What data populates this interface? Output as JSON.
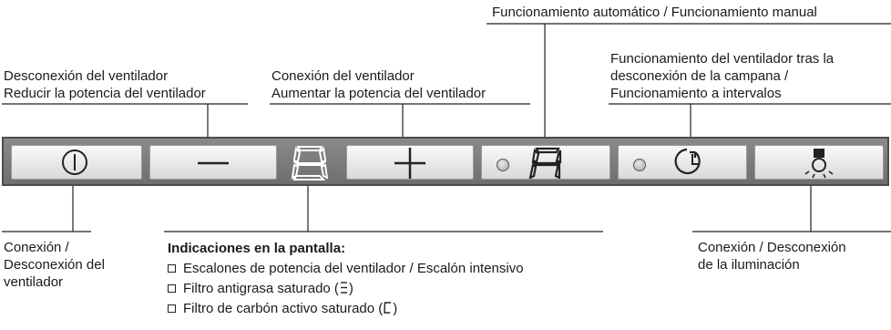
{
  "labels": {
    "auto_manual": "Funcionamiento automático / Funcionamiento manual",
    "fan_off_line1": "Desconexión del ventilador",
    "fan_off_line2": "Reducir la potencia del ventilador",
    "fan_on_line1": "Conexión del ventilador",
    "fan_on_line2": "Aumentar la potencia del ventilador",
    "after_run_line1": "Funcionamiento del ventilador tras la",
    "after_run_line2": "desconexión de la campana /",
    "after_run_line3": "Funcionamiento a intervalos",
    "power_line1": "Conexión /",
    "power_line2": "Desconexión del",
    "power_line3": "ventilador",
    "display_heading": "Indicaciones en la pantalla:",
    "display_item1": "Escalones de potencia del ventilador / Escalón intensivo",
    "display_item2": "Filtro antigrasa saturado (",
    "display_item3": "Filtro de carbón activo saturado (",
    "closing_paren": ")",
    "light_line1": "Conexión / Desconexión",
    "light_line2": "de la iluminación"
  },
  "icons": [
    "power-icon",
    "minus-icon",
    "segment-display-icon",
    "plus-icon",
    "auto-indicator-led",
    "letter-a-icon",
    "timer-indicator-led",
    "clock-icon",
    "light-icon"
  ],
  "colors": {
    "panel": "#7a7a7a",
    "button": "#efefef",
    "line": "#222222"
  }
}
